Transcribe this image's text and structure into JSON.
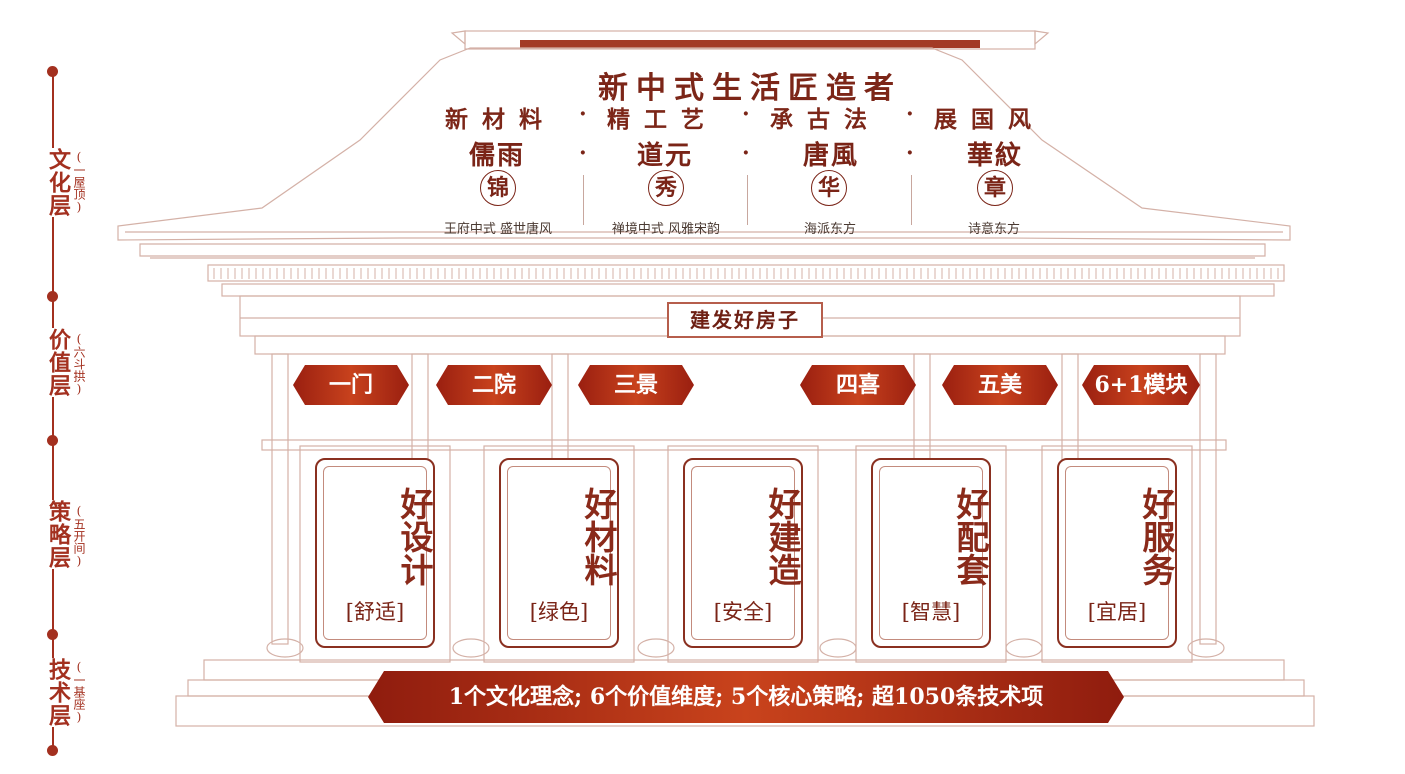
{
  "layers": [
    {
      "label": "文化层",
      "sub": "(一屋顶)"
    },
    {
      "label": "价值层",
      "sub": "(六斗拱)"
    },
    {
      "label": "策略层",
      "sub": "(五开间)"
    },
    {
      "label": "技术层",
      "sub": "(一基座)"
    }
  ],
  "roof": {
    "title": "新中式生活匠造者",
    "subtitle_items": [
      "新材料",
      "精工艺",
      "承古法",
      "展国风"
    ],
    "separator": "·",
    "styles": [
      {
        "calligraphy": "儒雨",
        "seal": "锦",
        "caption": "王府中式 盛世唐风"
      },
      {
        "calligraphy": "道元",
        "seal": "秀",
        "caption": "禅境中式 风雅宋韵"
      },
      {
        "calligraphy": "唐風",
        "seal": "华",
        "caption": "海派东方"
      },
      {
        "calligraphy": "華紋",
        "seal": "章",
        "caption": "诗意东方"
      }
    ]
  },
  "plaque": "建发好房子",
  "values": [
    "一门",
    "二院",
    "三景",
    "四喜",
    "五美",
    "6+1模块"
  ],
  "strategies": [
    {
      "title": "好设计",
      "tag": "[舒适]"
    },
    {
      "title": "好材料",
      "tag": "[绿色]"
    },
    {
      "title": "好建造",
      "tag": "[安全]"
    },
    {
      "title": "好配套",
      "tag": "[智慧]"
    },
    {
      "title": "好服务",
      "tag": "[宜居]"
    }
  ],
  "base": "1个文化理念; 6个价值维度; 5个核心策略; 超1050条技术项",
  "colors": {
    "primary": "#a3301f",
    "ribbon": "#c9431c",
    "outline": "#c8a79e",
    "dark": "#7c2618"
  }
}
